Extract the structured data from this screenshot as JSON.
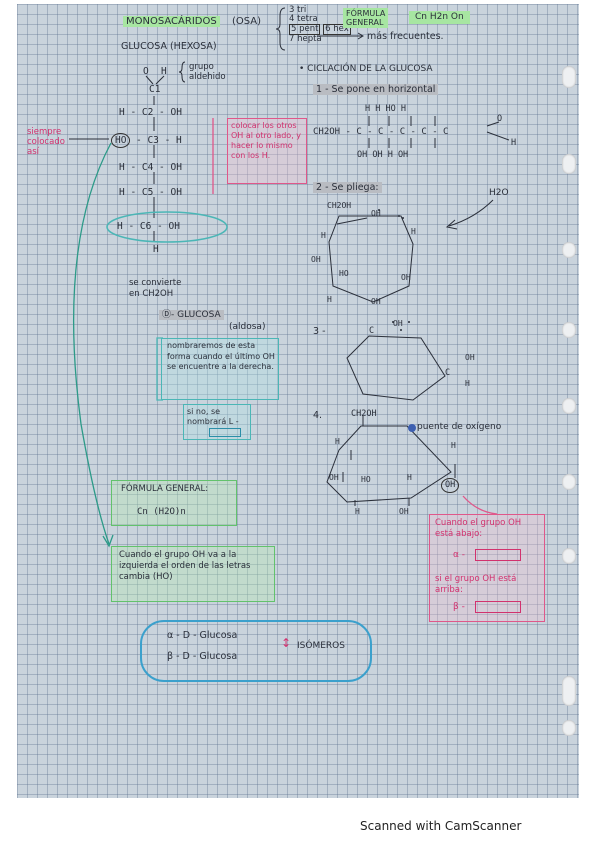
{
  "header": {
    "title": "MONOSACÁRIDOS",
    "osa": "(OSA)",
    "carbons": [
      "3 tri",
      "4 tetra",
      "5 pent",
      "6 hex",
      "7 hepta"
    ],
    "formula_label_1": "FÓRMULA",
    "formula_label_2": "GENERAL",
    "formula": "Cn H2n On",
    "frequent": "más frecuentes."
  },
  "left": {
    "title": "GLUCOSA (HEXOSA)",
    "group_line1": "grupo",
    "group_line2": "aldehido",
    "note_always_1": "siempre",
    "note_always_2": "colocado",
    "note_always_3": "así",
    "pink_note": "colocar los otros OH al otro lado, y hacer lo mismo con los H.",
    "convert_1": "se convierte",
    "convert_2": "en CH2OH",
    "d_glucosa": "Ⓓ- GLUCOSA",
    "aldosa": "(aldosa)",
    "teal_note": "nombraremos de esta forma cuando el último OH se encuentre a la derecha.",
    "si_no": "si no, se nombrará L -",
    "formula_general": "FÓRMULA GENERAL:",
    "formula_value": "Cn (H2O)n",
    "green_note": "Cuando el grupo OH va a la izquierda el orden de las letras cambia (HO)",
    "alpha": "α - D - Glucosa",
    "beta": "β - D - Glucosa",
    "isomeros": "ISÓMEROS"
  },
  "chain": {
    "o": "O",
    "h": "H",
    "c1": "C1",
    "row2": "H - C2 - OH",
    "row3_ho": "HO",
    "row3": "- C3 - H",
    "row4": "H - C4 - OH",
    "row5": "H - C5 - OH",
    "row6": "H - C6 - OH",
    "row6_h": "H"
  },
  "right": {
    "bullet": "CICLACIÓN DE LA GLUCOSA",
    "step1": "1 - Se pone en horizontal",
    "step1_top": "H   H   HO   H",
    "step1_chain": "CH2OH - C - C - C - C - C",
    "step1_bottom": "OH  OH  H   OH",
    "step1_o": "O",
    "step1_h": "H",
    "step2": "2 - Se pliega:",
    "h2o": "H2O",
    "ring2_ch2oh": "CH2OH",
    "ring2_h": "H",
    "ring2_oh": "OH",
    "ring2_ho": "HO",
    "step3": "3 -",
    "ring3_c": "C",
    "ring3_oh": "OH",
    "ring3_h": "H",
    "ring3_o": "OH",
    "step4": "4.",
    "ring4_ch2oh": "CH2OH",
    "bridge": "puente de oxígeno",
    "ring4_oh": "OH",
    "ring4_ho": "HO",
    "pink_title": "Cuando el grupo OH está abajo:",
    "pink_alpha": "α -",
    "pink_mid": "si el grupo OH está arriba:",
    "pink_beta": "β -"
  },
  "footer": "Scanned with CamScanner"
}
